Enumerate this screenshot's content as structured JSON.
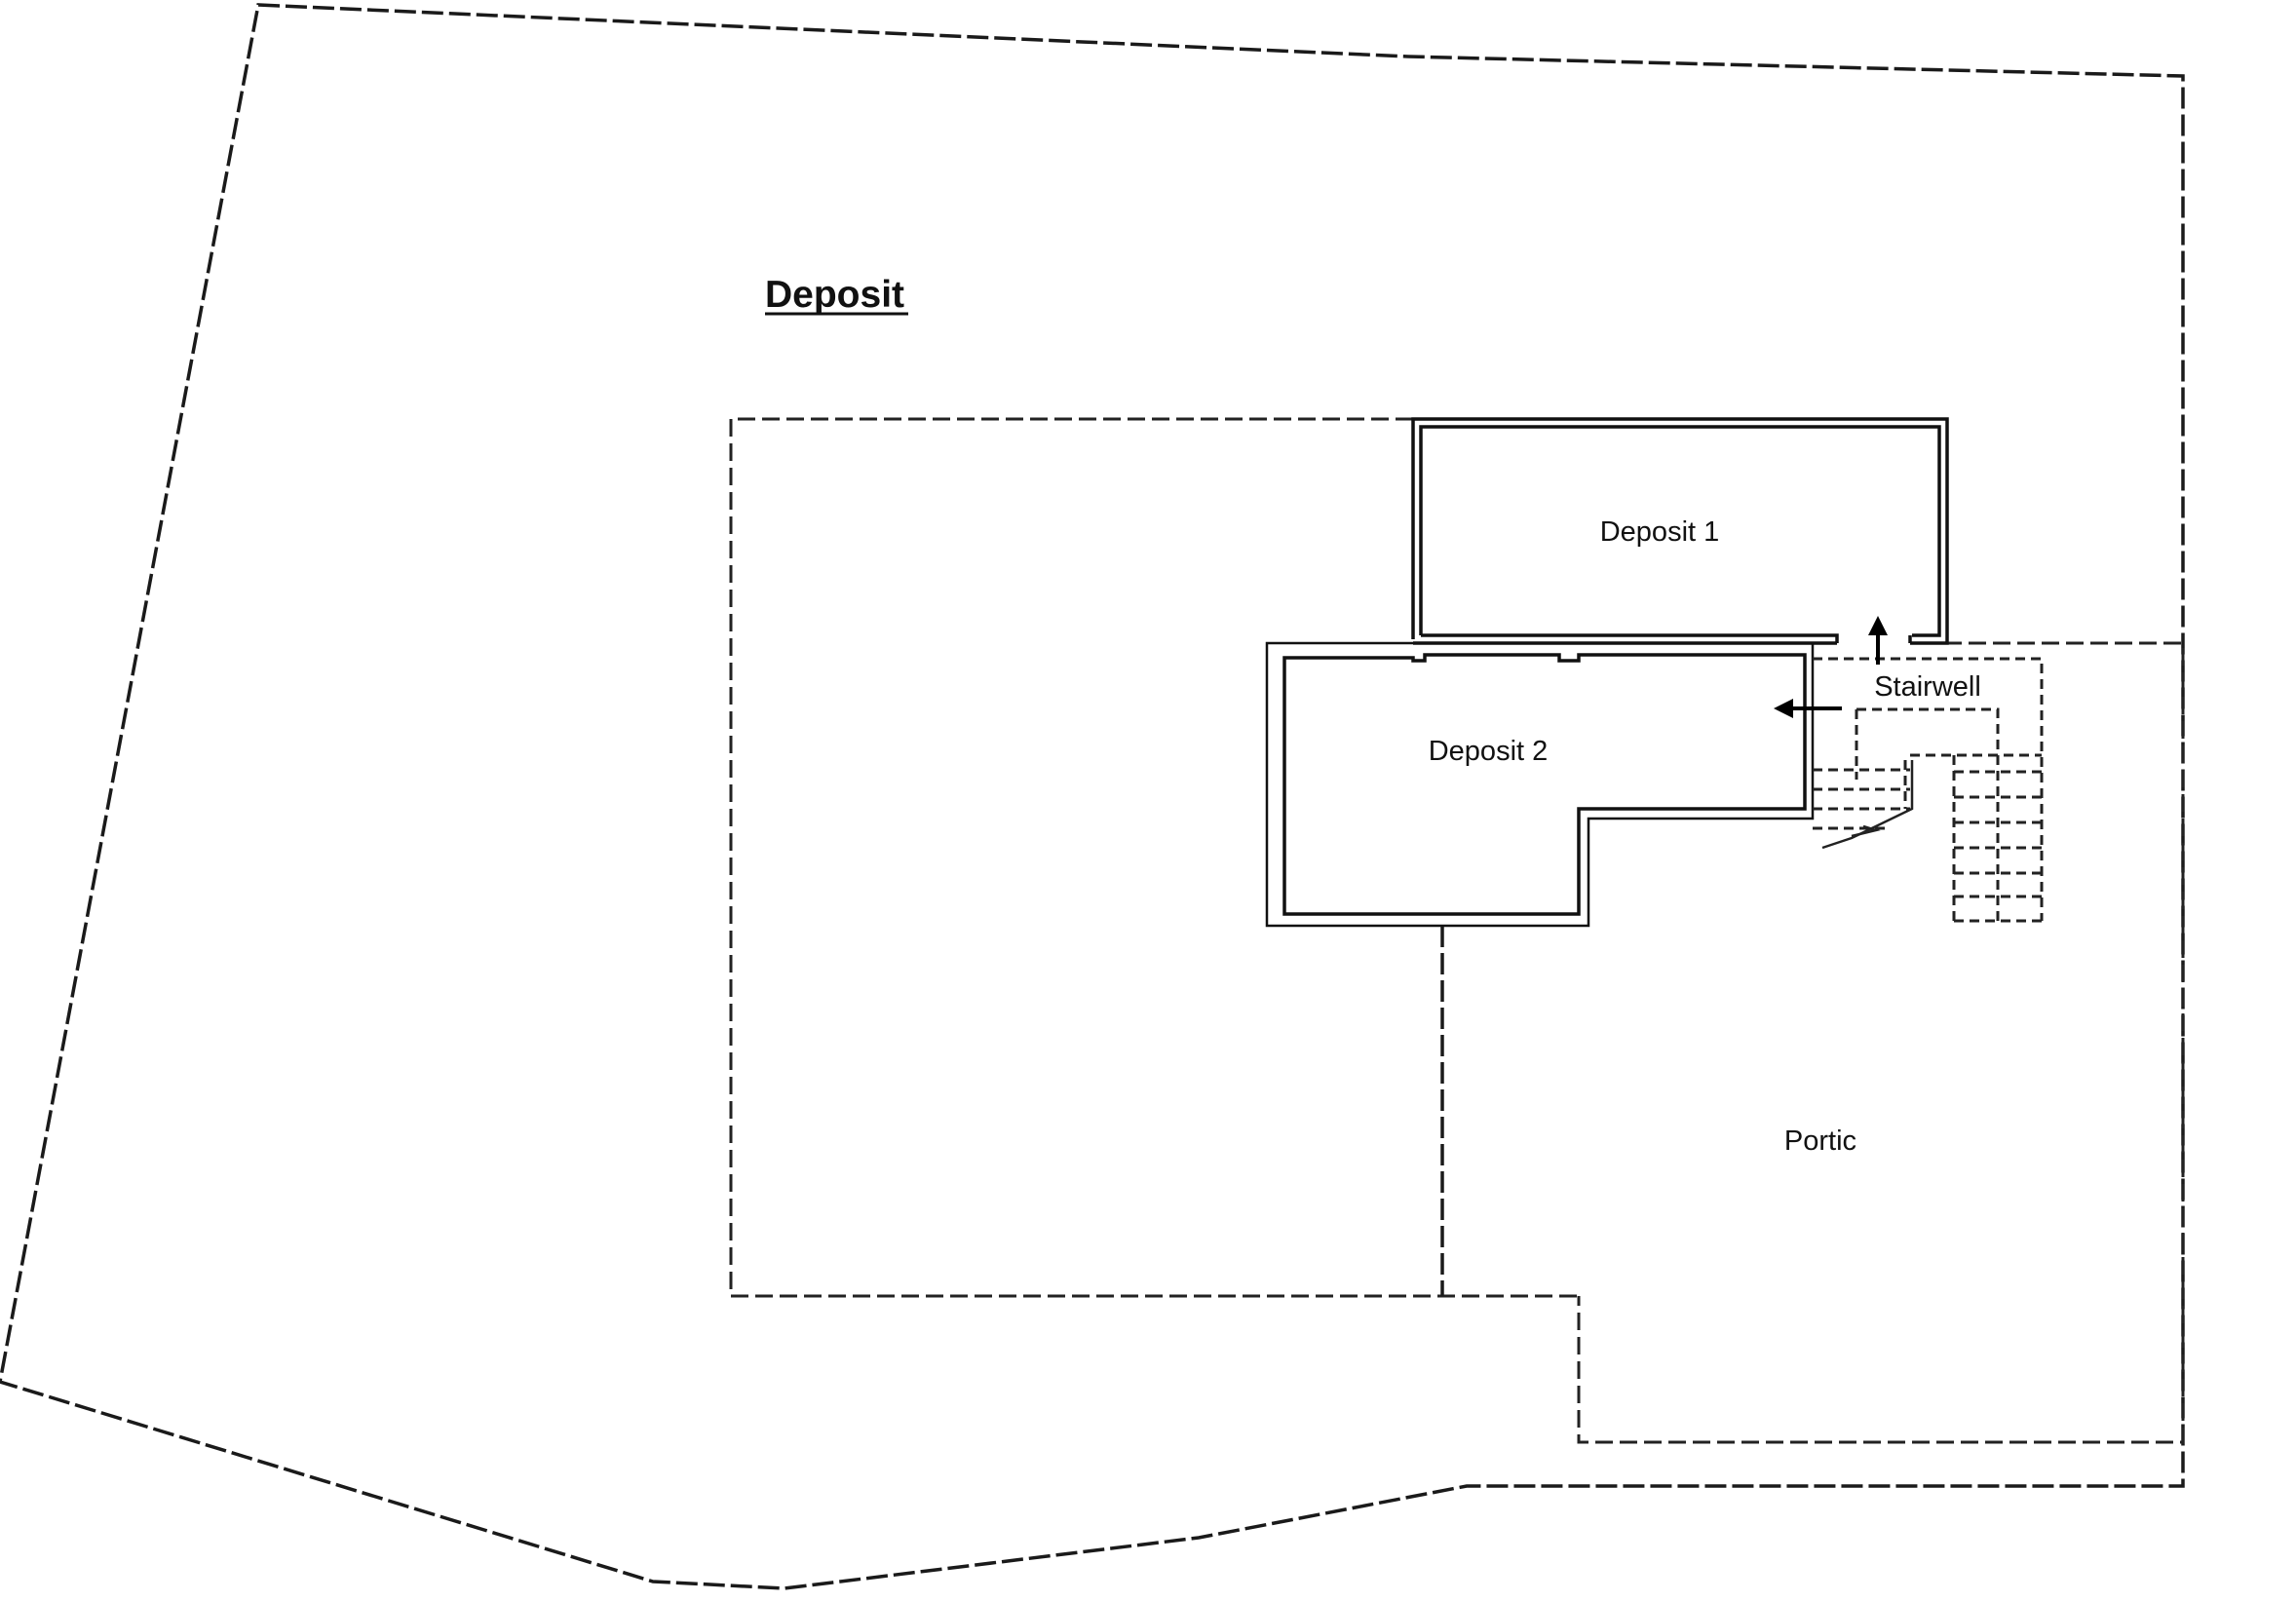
{
  "plan": {
    "title": "Deposit",
    "rooms": {
      "deposit_1": "Deposit 1",
      "deposit_2": "Deposit 2",
      "stairwell": "Stairwell",
      "portic": "Portic"
    }
  }
}
